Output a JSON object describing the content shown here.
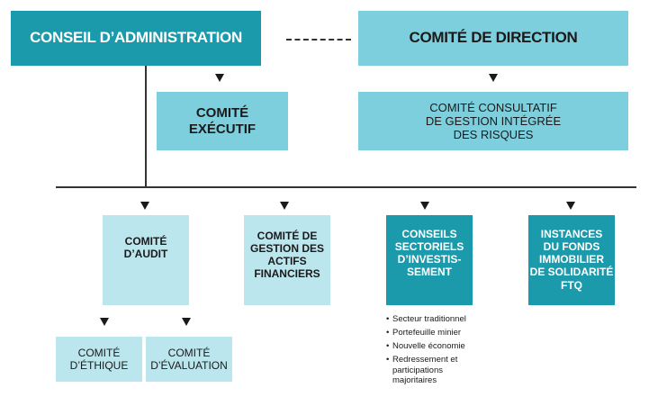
{
  "nodes": {
    "conseil_administration": "CONSEIL D’ADMINISTRATION",
    "comite_direction": "COMITÉ DE DIRECTION",
    "comite_executif": "COMITÉ\nEXÉCUTIF",
    "comite_consultatif": "COMITÉ CONSULTATIF\nDE GESTION INTÉGRÉE\nDES RISQUES",
    "comite_audit": "COMITÉ\nD’AUDIT",
    "comite_gestion_actifs": "COMITÉ DE\nGESTION DES\nACTIFS\nFINANCIERS",
    "conseils_sectoriels": "CONSEILS\nSECTORIELS\nD’INVESTIS-\nSEMENT",
    "instances_fonds": "INSTANCES\nDU FONDS\nIMMOBILIER\nDE SOLIDARITÉ\nFTQ",
    "comite_ethique": "COMITÉ\nD’ÉTHIQUE",
    "comite_evaluation": "COMITÉ\nD’ÉVALUATION"
  },
  "sector_list": [
    "Secteur traditionnel",
    "Portefeuille minier",
    "Nouvelle économie",
    "Redressement et participations majoritaires"
  ],
  "colors": {
    "dark": "#1a9aaa",
    "mid": "#7dcfdd",
    "light": "#bce6ee"
  }
}
